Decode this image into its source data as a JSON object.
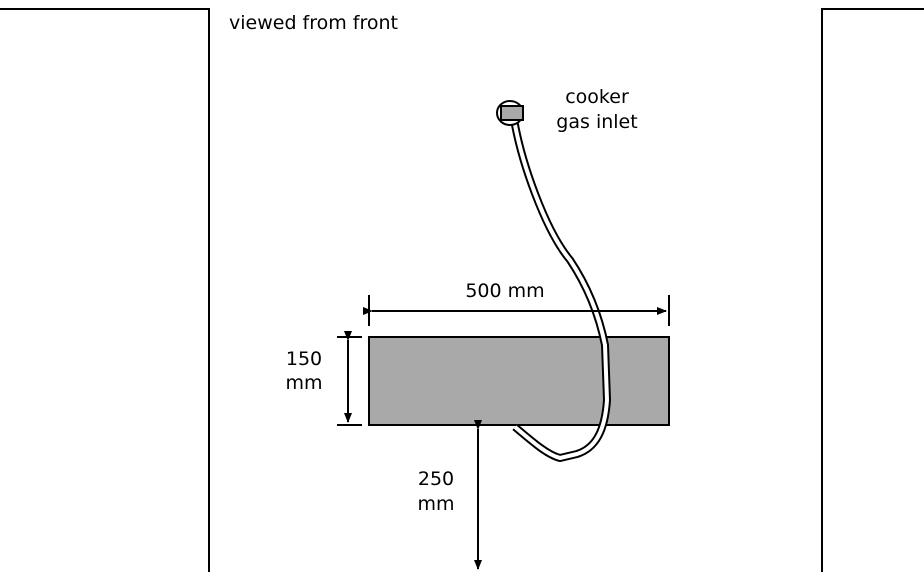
{
  "view_label": "viewed from front",
  "inlet_label": {
    "line1": "cooker",
    "line2": "gas inlet"
  },
  "dimensions": {
    "width": "500 mm",
    "height": {
      "value": "150",
      "unit": "mm"
    },
    "clearance": {
      "value": "250",
      "unit": "mm"
    }
  },
  "colors": {
    "cabinet_fill": "#a9a9a9",
    "line": "#000000",
    "background": "#ffffff"
  }
}
